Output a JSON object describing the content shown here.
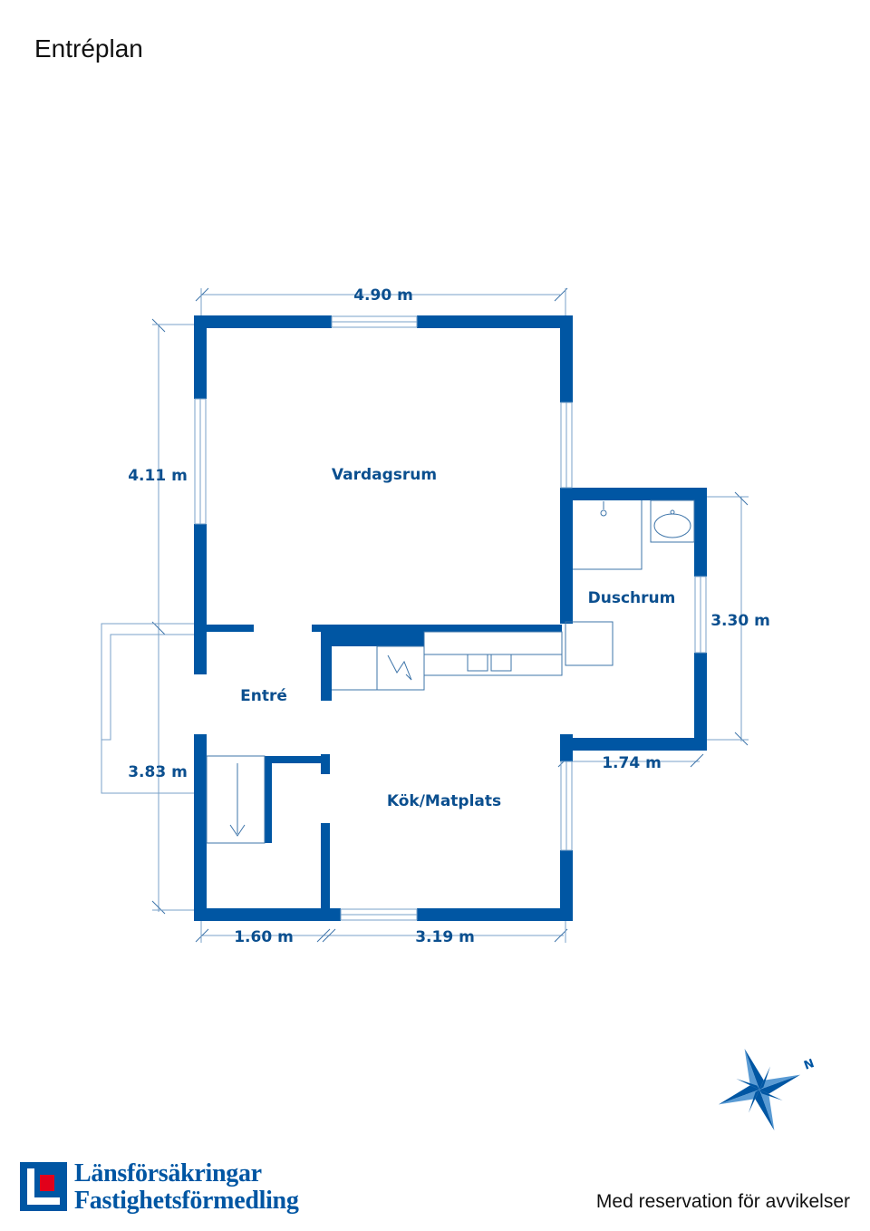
{
  "page": {
    "title": "Entréplan"
  },
  "rooms": {
    "vardagsrum": "Vardagsrum",
    "duschrum": "Duschrum",
    "entre": "Entré",
    "kok": "Kök/Matplats"
  },
  "dimensions": {
    "top_width": "4.90 m",
    "left_upper_height": "4.11 m",
    "right_bath_height": "3.30 m",
    "bath_bottom_width": "1.74 m",
    "left_lower_height": "3.83 m",
    "bottom_left_width": "1.60 m",
    "bottom_right_width": "3.19 m"
  },
  "branding": {
    "logo_line1": "Länsförsäkringar",
    "logo_line2": "Fastighetsförmedling",
    "logo_icon": "lansforsakringar-logo-icon"
  },
  "footer": {
    "disclaimer": "Med reservation för avvikelser"
  },
  "compass": {
    "icon": "compass-rose-icon",
    "north_label": "N"
  },
  "colors": {
    "wall": "#0056a3",
    "label": "#0b4f8f",
    "logo_red": "#e2001a"
  }
}
